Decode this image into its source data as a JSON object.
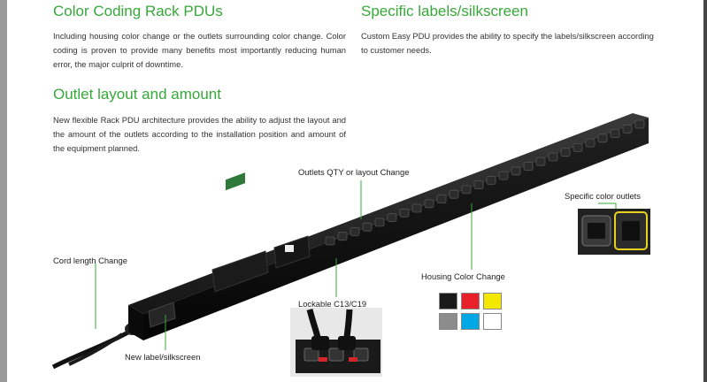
{
  "sections": {
    "color_coding": {
      "title": "Color Coding Rack PDUs",
      "body": "Including housing color change or the outlets surrounding color change. Color coding is proven to provide many benefits most importantly reducing human error, the major culprit of downtime."
    },
    "labels": {
      "title": "Specific labels/silkscreen",
      "body": "Custom Easy PDU provides the ability to specify the labels/silkscreen according to customer needs."
    },
    "outlet_layout": {
      "title": "Outlet layout and amount",
      "body": "New flexible Rack PDU architecture provides the ability to adjust the layout and the amount of the outlets according to the installation position and amount of the equipment planned."
    }
  },
  "callouts": {
    "outlets_qty": "Outlets QTY or layout Change",
    "specific_color": "Specific color outlets",
    "cord_length": "Cord length Change",
    "housing_color": "Housing Color Change",
    "lockable": "Lockable C13/C19",
    "new_label": "New label/silkscreen"
  },
  "housing_colors": [
    "#1a1a1a",
    "#e8202a",
    "#f5e800",
    "#8c8c8c",
    "#00a9e6",
    "#ffffff"
  ],
  "colors": {
    "heading": "#37a83a",
    "callout_line": "#37a83a"
  }
}
